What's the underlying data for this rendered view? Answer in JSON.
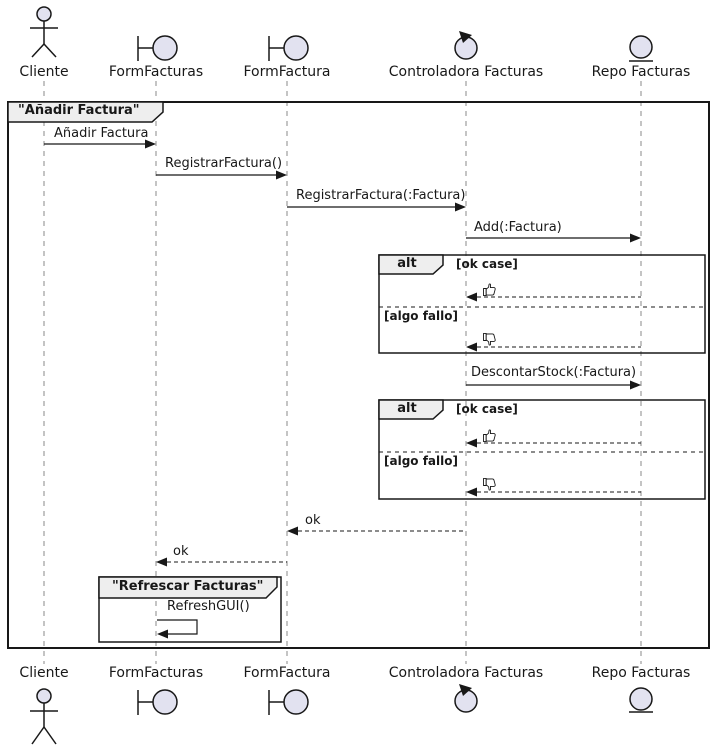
{
  "frames": {
    "main": {
      "title": "\"Añadir Factura\""
    },
    "refresh": {
      "title": "\"Refrescar Facturas\""
    }
  },
  "alt": {
    "operator": "alt",
    "guard_ok": "[ok case]",
    "guard_fail": "[algo fallo]"
  },
  "participants": [
    {
      "label": "Cliente",
      "type": "actor"
    },
    {
      "label": "FormFacturas",
      "type": "boundary"
    },
    {
      "label": "FormFactura",
      "type": "boundary"
    },
    {
      "label": "Controladora Facturas",
      "type": "control"
    },
    {
      "label": "Repo Facturas",
      "type": "entity"
    }
  ],
  "messages": {
    "anadir_factura": "Añadir Factura",
    "registrar_factura": "RegistrarFactura()",
    "registrar_factura_arg": "RegistrarFactura(:Factura)",
    "add_factura": "Add(:Factura)",
    "descontar_stock": "DescontarStock(:Factura)",
    "ok_controller_to_form": "ok",
    "ok_form_to_forms": "ok",
    "refresh_gui": "RefreshGUI()"
  },
  "icons": {
    "thumbs_up": "👍",
    "thumbs_down": "👎",
    "actor": "stick-figure",
    "boundary": "boundary-lollipop",
    "control": "control-circle-arrow",
    "entity": "entity-underlined-circle"
  },
  "colors": {
    "participant_fill": "#E2E2F0",
    "stroke": "#181818",
    "frame_tab_fill": "#EEEEEE",
    "lifeline": "#888888"
  }
}
